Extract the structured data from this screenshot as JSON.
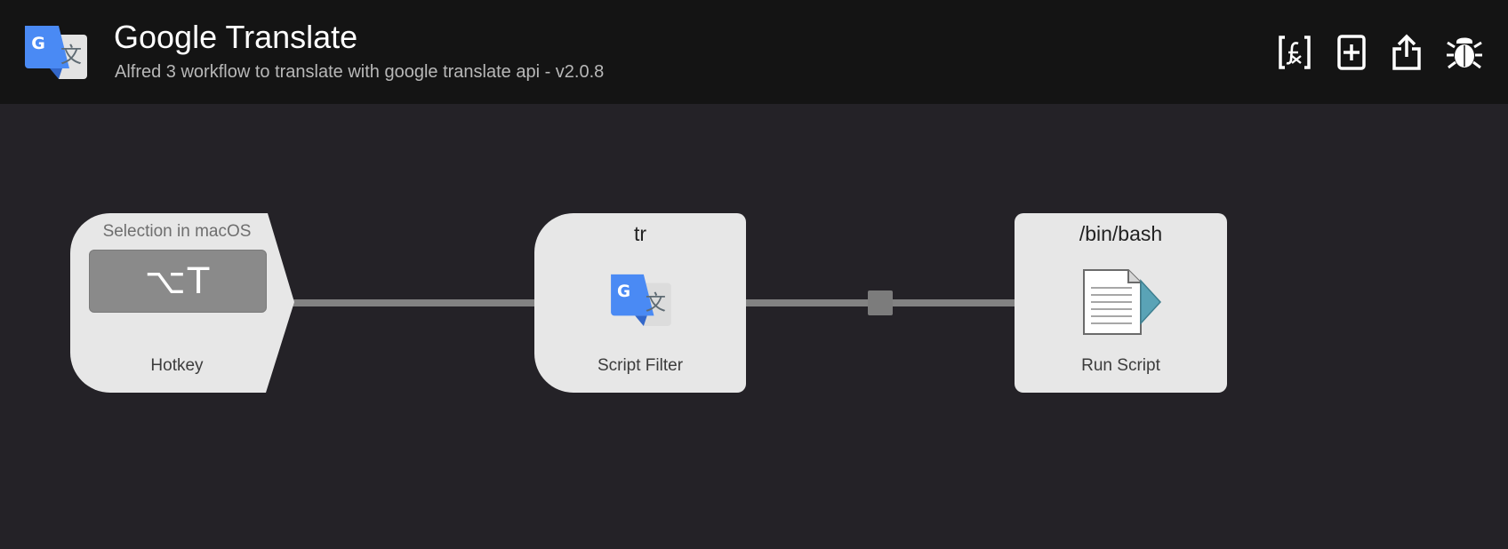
{
  "header": {
    "title": "Google Translate",
    "subtitle": "Alfred 3 workflow to translate with google translate api - v2.0.8",
    "icon": "google-translate-icon",
    "buttons": [
      {
        "name": "variables-button",
        "icon": "variables-icon"
      },
      {
        "name": "add-object-button",
        "icon": "add-icon"
      },
      {
        "name": "share-button",
        "icon": "share-icon"
      },
      {
        "name": "debug-button",
        "icon": "bug-icon"
      }
    ]
  },
  "nodes": {
    "hotkey": {
      "top_label": "Selection in macOS",
      "key": "⌥T",
      "caption": "Hotkey"
    },
    "script_filter": {
      "title": "tr",
      "icon": "google-translate-icon",
      "caption": "Script Filter"
    },
    "run_script": {
      "title": "/bin/bash",
      "icon": "script-document-icon",
      "caption": "Run Script"
    }
  },
  "colors": {
    "header_bg": "#141414",
    "canvas_bg": "#242227",
    "node_bg": "#e7e7e7",
    "connector": "#828282",
    "google_blue": "#4a8af4",
    "script_teal": "#5aa3b6"
  }
}
